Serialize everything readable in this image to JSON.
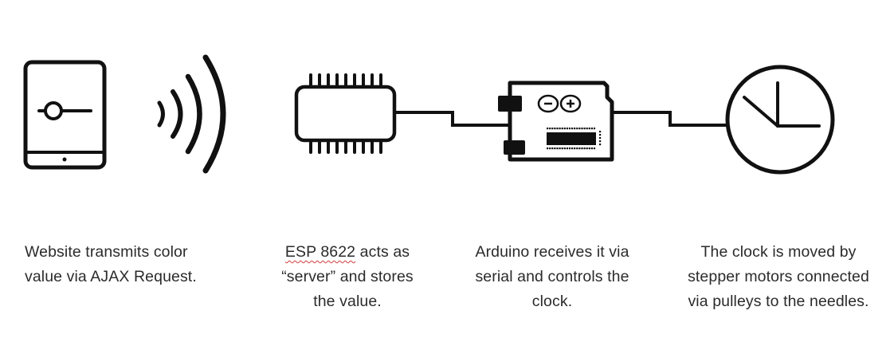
{
  "steps": [
    {
      "id": "website",
      "icon": "tablet-slider-icon",
      "caption": [
        "Website transmits color",
        "value via AJAX Request."
      ]
    },
    {
      "id": "wireless",
      "icon": "wireless-signal-icon"
    },
    {
      "id": "esp",
      "icon": "chip-icon",
      "caption_parts": {
        "underlined": "ESP 8622",
        "rest": " acts as"
      },
      "caption": [
        "“server” and stores",
        "the value."
      ]
    },
    {
      "id": "arduino",
      "icon": "arduino-board-icon",
      "caption": [
        "Arduino receives it via",
        "serial and controls the",
        "clock."
      ]
    },
    {
      "id": "clock",
      "icon": "clock-icon",
      "caption": [
        "The clock is moved by",
        "stepper motors connected",
        "via pulleys to the needles."
      ]
    }
  ],
  "colors": {
    "stroke": "#111111",
    "text": "#2b2b2b",
    "spellcheck_underline": "#d23c3c"
  }
}
